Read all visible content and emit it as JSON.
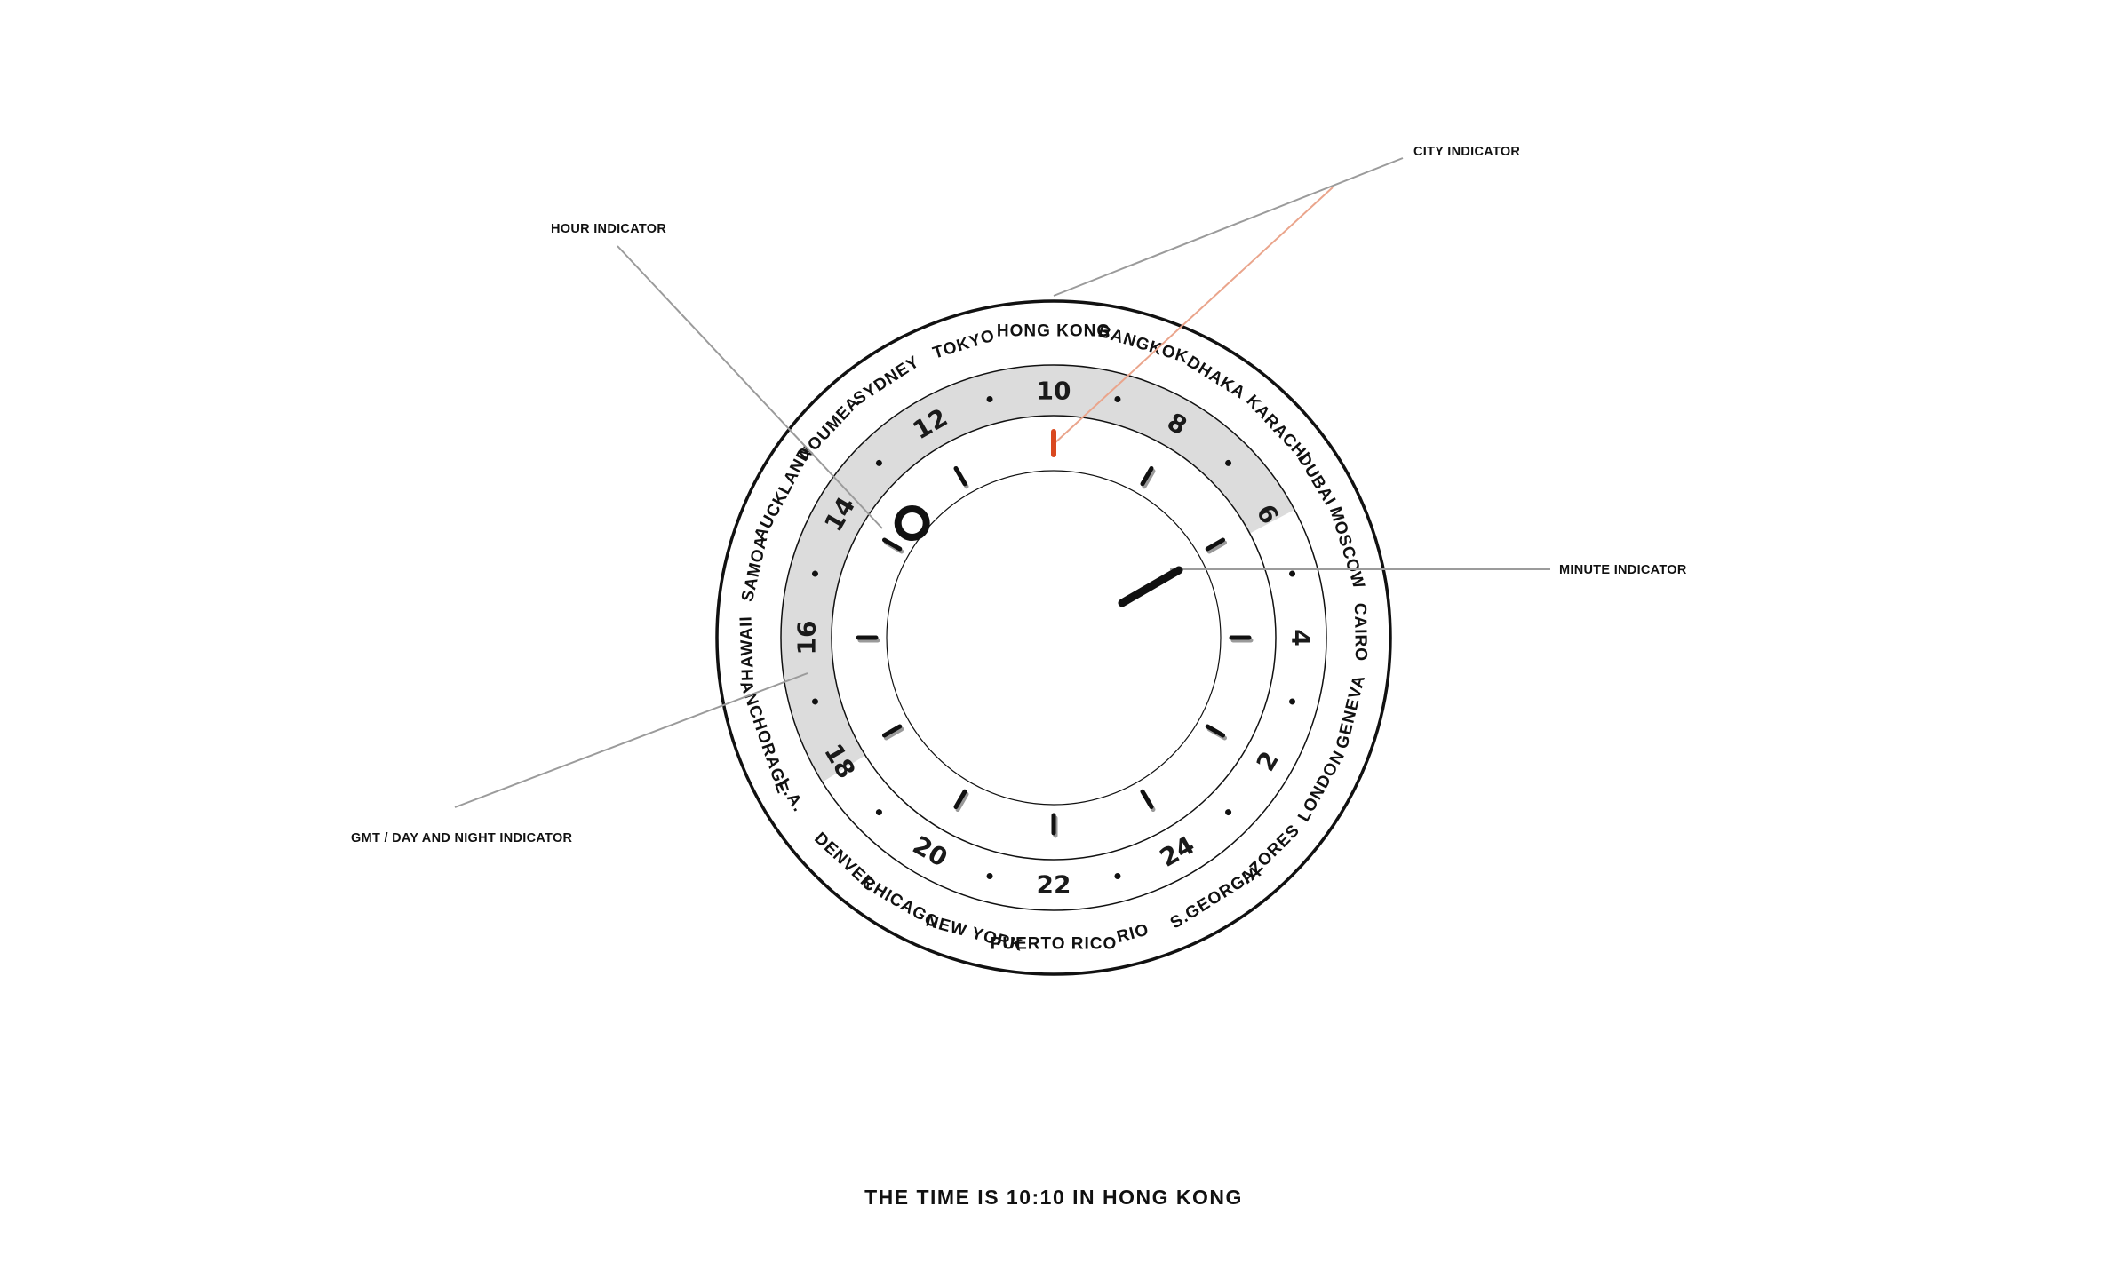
{
  "colors": {
    "ring": "#111111",
    "night_band": "#dcdcdc",
    "leader_gray": "#9b9b9b",
    "accent_orange": "#d9481f",
    "leader_orange": "#eaa58c"
  },
  "callouts": {
    "city_indicator": "CITY INDICATOR",
    "hour_indicator": "HOUR INDICATOR",
    "minute_indicator": "MINUTE INDICATOR",
    "gmt_indicator": "GMT / DAY AND NIGHT INDICATOR"
  },
  "cities": [
    {
      "name": "HONG KONG",
      "angle": 0
    },
    {
      "name": "BANGKOK",
      "angle": 17
    },
    {
      "name": "DHAKA",
      "angle": 32
    },
    {
      "name": "KARACHI",
      "angle": 47
    },
    {
      "name": "DUBAI",
      "angle": 59
    },
    {
      "name": "MOSCOW",
      "angle": 73
    },
    {
      "name": "CAIRO",
      "angle": 89
    },
    {
      "name": "GENEVA",
      "angle": 104
    },
    {
      "name": "LONDON",
      "angle": 119
    },
    {
      "name": "AZORES",
      "angle": 135
    },
    {
      "name": "S.GEORGIA",
      "angle": 148
    },
    {
      "name": "RIO",
      "angle": 165
    },
    {
      "name": "PUERTO RICO",
      "angle": 180
    },
    {
      "name": "NEW YORK",
      "angle": 195
    },
    {
      "name": "CHICAGO",
      "angle": 210
    },
    {
      "name": "DENVER",
      "angle": 223
    },
    {
      "name": "L.A.",
      "angle": 239
    },
    {
      "name": "ANCHORAGE",
      "angle": 251
    },
    {
      "name": "HAWAII",
      "angle": 268
    },
    {
      "name": "SAMOA",
      "angle": 283
    },
    {
      "name": "AUCKLAND",
      "angle": 298
    },
    {
      "name": "NOUMEA",
      "angle": 313
    },
    {
      "name": "SYDNEY",
      "angle": 327
    },
    {
      "name": "TOKYO",
      "angle": 343
    }
  ],
  "hour_numbers": [
    {
      "label": "10",
      "angle": 0
    },
    {
      "label": "8",
      "angle": 30
    },
    {
      "label": "6",
      "angle": 60
    },
    {
      "label": "4",
      "angle": 90
    },
    {
      "label": "2",
      "angle": 120
    },
    {
      "label": "24",
      "angle": 150
    },
    {
      "label": "22",
      "angle": 180
    },
    {
      "label": "20",
      "angle": 210
    },
    {
      "label": "18",
      "angle": 240
    },
    {
      "label": "16",
      "angle": 270
    },
    {
      "label": "14",
      "angle": 300
    },
    {
      "label": "12",
      "angle": 330
    }
  ],
  "night_band": {
    "start_angle": 62,
    "end_angle": 238
  },
  "time": {
    "hour": 10,
    "minute": 10
  },
  "caption": "THE TIME IS 10:10 IN HONG KONG"
}
